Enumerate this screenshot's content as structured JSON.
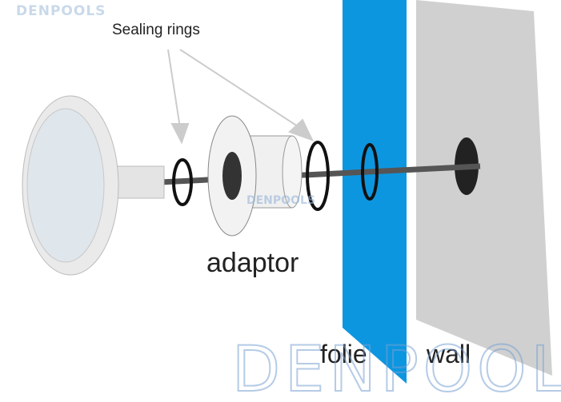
{
  "labels": {
    "sealing_rings": "Sealing rings",
    "adaptor": "adaptor",
    "folie": "folie",
    "wall": "wall"
  },
  "watermark": {
    "brand": "DENPOOLS"
  },
  "colors": {
    "folie": "#0d96e0",
    "wall": "#d0d0d0",
    "rod": "#555555",
    "watermark": "#c9d9ea"
  }
}
